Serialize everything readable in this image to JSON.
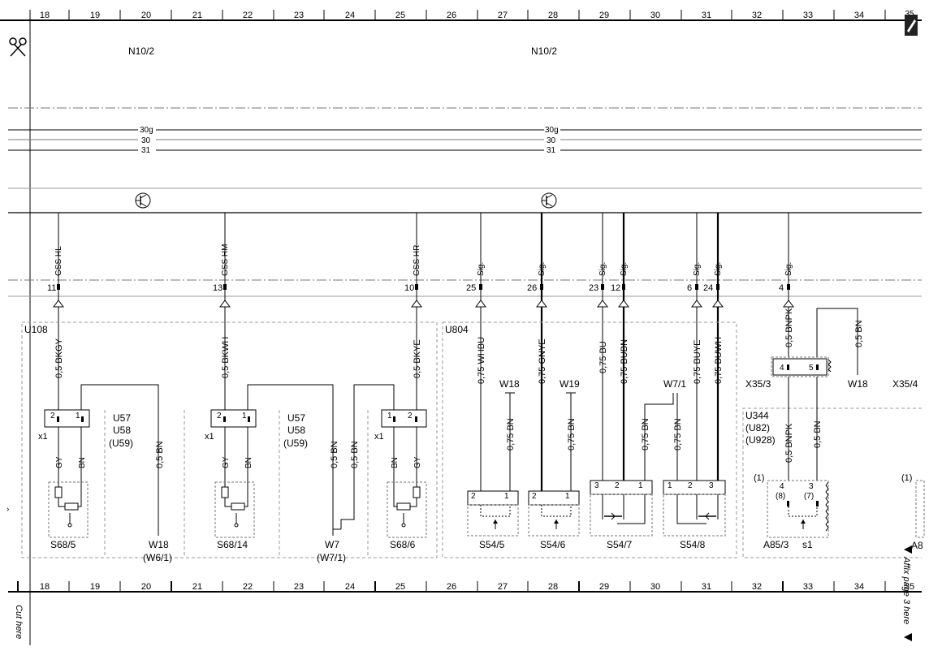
{
  "ruler": {
    "top_cols": [
      "18",
      "19",
      "20",
      "21",
      "22",
      "23",
      "24",
      "25",
      "26",
      "27",
      "28",
      "29",
      "30",
      "31",
      "32",
      "33",
      "34",
      "35"
    ],
    "bottom_cols": [
      "18",
      "19",
      "20",
      "21",
      "22",
      "23",
      "24",
      "25",
      "26",
      "27",
      "28",
      "29",
      "30",
      "31",
      "32",
      "33",
      "34",
      "35"
    ]
  },
  "controller_labels": [
    "N10/2",
    "N10/2"
  ],
  "bus_labels": [
    [
      "30g",
      "30",
      "31"
    ],
    [
      "30g",
      "30",
      "31"
    ]
  ],
  "pins": [
    {
      "signal": "GSS HL",
      "pin": "11",
      "wire": "0,5 BKGY"
    },
    {
      "signal": "GSS HM",
      "pin": "13",
      "wire": "0,5 BKWH"
    },
    {
      "signal": "GSS HR",
      "pin": "10",
      "wire": "0,5 BKYE"
    },
    {
      "signal": "Sig.",
      "pin": "25",
      "wire": "0,75 WHBU"
    },
    {
      "signal": "Sig.",
      "pin": "26",
      "wire": "0,75 GNYE"
    },
    {
      "signal": "Sig.",
      "pin": "23",
      "wire": "0,75 BU"
    },
    {
      "signal": "Sig.",
      "pin": "12",
      "wire": "0,75 BUBN"
    },
    {
      "signal": "Sig.",
      "pin": "6",
      "wire": "0,75 BUYE"
    },
    {
      "signal": "Sig.",
      "pin": "24",
      "wire": "0,75 BUWH"
    },
    {
      "signal": "Sig.",
      "pin": "4",
      "wire": "0,5 BNPK"
    }
  ],
  "groups": [
    {
      "id": "U108"
    },
    {
      "id": "U804"
    },
    {
      "id": "U344",
      "sub": [
        "(U82)",
        "(U928)"
      ]
    }
  ],
  "switches": [
    {
      "name": "S68/5",
      "conn": "x1",
      "pins": [
        "2",
        "1"
      ],
      "wires": [
        "GY",
        "BN"
      ]
    },
    {
      "name": "S68/14",
      "conn": "x1",
      "pins": [
        "2",
        "1"
      ],
      "wires": [
        "GY",
        "BN"
      ]
    },
    {
      "name": "S68/6",
      "conn": "x1",
      "pins": [
        "1",
        "2"
      ],
      "wires": [
        "BN",
        "GY"
      ]
    }
  ],
  "lamp_groups": [
    {
      "lines": [
        "U57",
        "U58",
        "(U59)"
      ]
    },
    {
      "lines": [
        "U57",
        "U58",
        "(U59)"
      ]
    }
  ],
  "ground_wires": [
    {
      "wire": "0,5 BN",
      "dest": "W18",
      "alt": "(W6/1)"
    },
    {
      "wire": "0,5 BN",
      "dest": "W7",
      "alt": "(W7/1)"
    },
    {
      "wire": "0,5 BN"
    }
  ],
  "sensors": [
    {
      "name": "S54/5",
      "pins": [
        "2",
        "1"
      ],
      "gnd": "W18",
      "gnd_wire": "0,75 BN"
    },
    {
      "name": "S54/6",
      "pins": [
        "2",
        "1"
      ],
      "gnd": "W19",
      "gnd_wire": "0,75 BN"
    },
    {
      "name": "S54/7",
      "pins": [
        "3",
        "2",
        "1"
      ],
      "gnd_wire": "0,75 BN"
    },
    {
      "name": "S54/8",
      "pins": [
        "1",
        "2",
        "3"
      ],
      "gnd_wire": "0,75 BN"
    }
  ],
  "w71": "W7/1",
  "connector_x35": {
    "left": "X35/3",
    "pins": [
      "4",
      "5"
    ],
    "right": "X35/4",
    "wire": "0,5 BN",
    "dest": "W18"
  },
  "a85": {
    "name": "A85/3",
    "sub": "s1",
    "pins": [
      "4",
      "3"
    ],
    "alt_pins": [
      "(8)",
      "(7)"
    ],
    "wires": [
      "0,5 BNPK",
      "0,5 BN"
    ],
    "note": "(1)"
  },
  "a85_next": {
    "name": "A8",
    "note": "(1)"
  },
  "cut_here": "Cut here",
  "affix": "Affix page 3 here"
}
